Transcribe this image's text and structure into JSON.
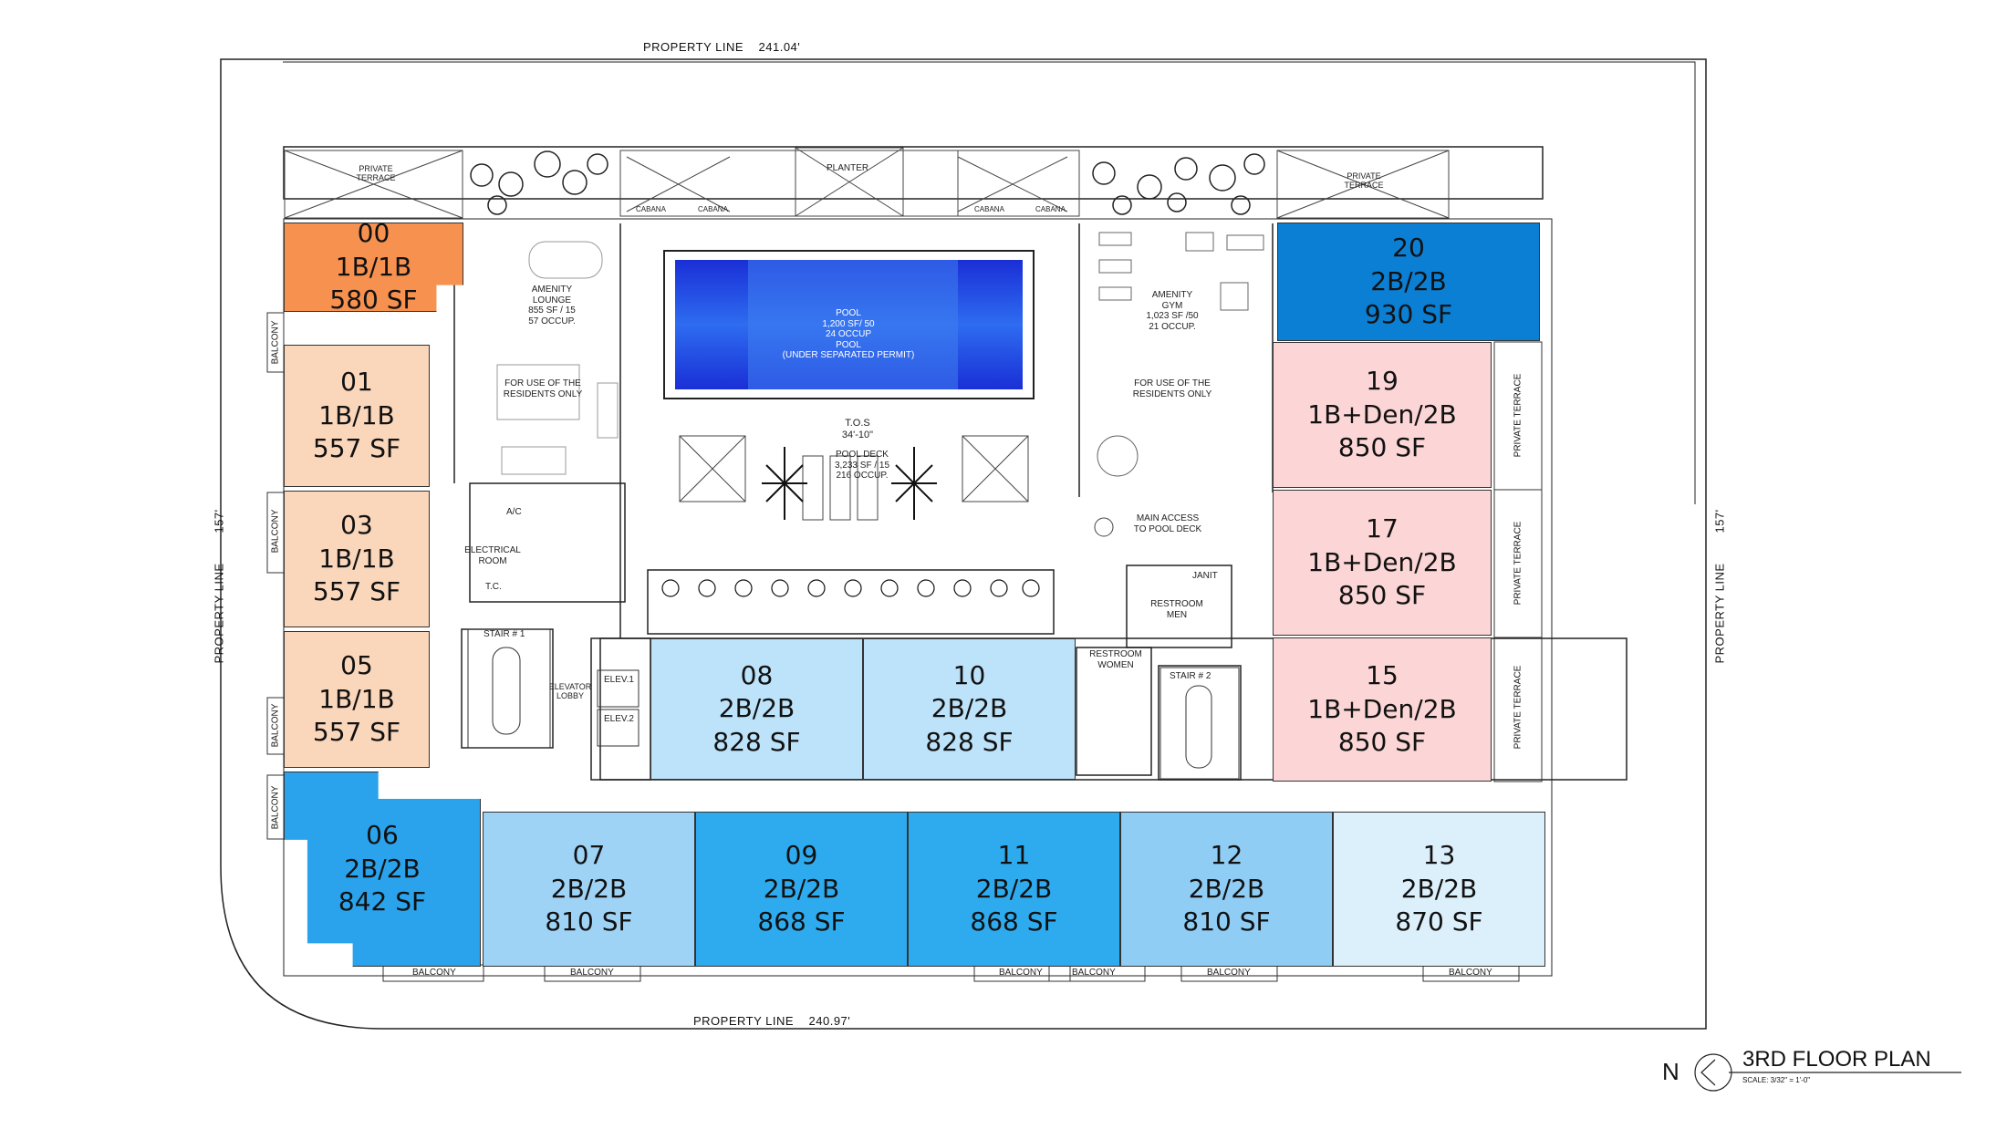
{
  "property_line": {
    "label": "PROPERTY LINE",
    "top": "241.04'",
    "bottom": "240.97'",
    "left": "157'",
    "right": "157'"
  },
  "units": [
    {
      "id": "00",
      "type": "1B/1B",
      "area": "580 SF",
      "color": "#f7914f"
    },
    {
      "id": "01",
      "type": "1B/1B",
      "area": "557 SF",
      "color": "#fad6bb"
    },
    {
      "id": "03",
      "type": "1B/1B",
      "area": "557 SF",
      "color": "#fad6bb"
    },
    {
      "id": "05",
      "type": "1B/1B",
      "area": "557 SF",
      "color": "#fad6bb"
    },
    {
      "id": "06",
      "type": "2B/2B",
      "area": "842 SF",
      "color": "#2aa3ec"
    },
    {
      "id": "07",
      "type": "2B/2B",
      "area": "810 SF",
      "color": "#9fd3f6"
    },
    {
      "id": "08",
      "type": "2B/2B",
      "area": "828 SF",
      "color": "#bde3fa"
    },
    {
      "id": "09",
      "type": "2B/2B",
      "area": "868 SF",
      "color": "#2eabee"
    },
    {
      "id": "10",
      "type": "2B/2B",
      "area": "828 SF",
      "color": "#bde3fa"
    },
    {
      "id": "11",
      "type": "2B/2B",
      "area": "868 SF",
      "color": "#2eabee"
    },
    {
      "id": "12",
      "type": "2B/2B",
      "area": "810 SF",
      "color": "#8fcdf5"
    },
    {
      "id": "13",
      "type": "2B/2B",
      "area": "870 SF",
      "color": "#dcf0fc"
    },
    {
      "id": "15",
      "type": "1B+Den/2B",
      "area": "850 SF",
      "color": "#fcd6d6"
    },
    {
      "id": "17",
      "type": "1B+Den/2B",
      "area": "850 SF",
      "color": "#fcd6d6"
    },
    {
      "id": "19",
      "type": "1B+Den/2B",
      "area": "850 SF",
      "color": "#fcd6d6"
    },
    {
      "id": "20",
      "type": "2B/2B",
      "area": "930 SF",
      "color": "#0a7fd4"
    }
  ],
  "amenities": {
    "lounge": [
      "AMENITY",
      "LOUNGE",
      "855 SF / 15",
      "57 OCCUP."
    ],
    "lounge_note": [
      "FOR USE OF THE",
      "RESIDENTS ONLY"
    ],
    "gym": [
      "AMENITY",
      "GYM",
      "1,023 SF /50",
      "21 OCCUP."
    ],
    "gym_note": [
      "FOR USE OF THE",
      "RESIDENTS ONLY"
    ],
    "pool": [
      "POOL",
      "1,200 SF/ 50",
      "24 OCCUP",
      "POOL",
      "(UNDER SEPARATED PERMIT)"
    ],
    "tos": [
      "T.O.S",
      "34'-10\""
    ],
    "pool_deck": [
      "POOL DECK",
      "3,233 SF / 15",
      "216 OCCUP."
    ],
    "main_access": [
      "MAIN ACCESS",
      "TO POOL DECK"
    ],
    "electrical": [
      "ELECTRICAL",
      "ROOM"
    ],
    "tc": "T.C.",
    "ac": "A/C",
    "stair1": "STAIR # 1",
    "stair2": "STAIR # 2",
    "elevator_lobby": [
      "ELEVATOR",
      "LOBBY"
    ],
    "elev1": "ELEV.1",
    "elev2": "ELEV.2",
    "restroom_men": [
      "RESTROOM",
      "MEN"
    ],
    "restroom_women": [
      "RESTROOM",
      "WOMEN"
    ],
    "janit": "JANIT",
    "planter": "PLANTER",
    "cabana": "CABANA",
    "private_terrace": [
      "PRIVATE",
      "TERRACE"
    ],
    "private_terrace_vert": "PRIVATE TERRACE",
    "balcony": "BALCONY"
  },
  "title_block": {
    "north": "N",
    "title": "3RD FLOOR PLAN",
    "scale": "SCALE: 3/32\" = 1'-0\""
  },
  "colors": {
    "line": "#222222",
    "pool_deep": "#1a3fd9",
    "pool_light": "#3f8af0"
  }
}
